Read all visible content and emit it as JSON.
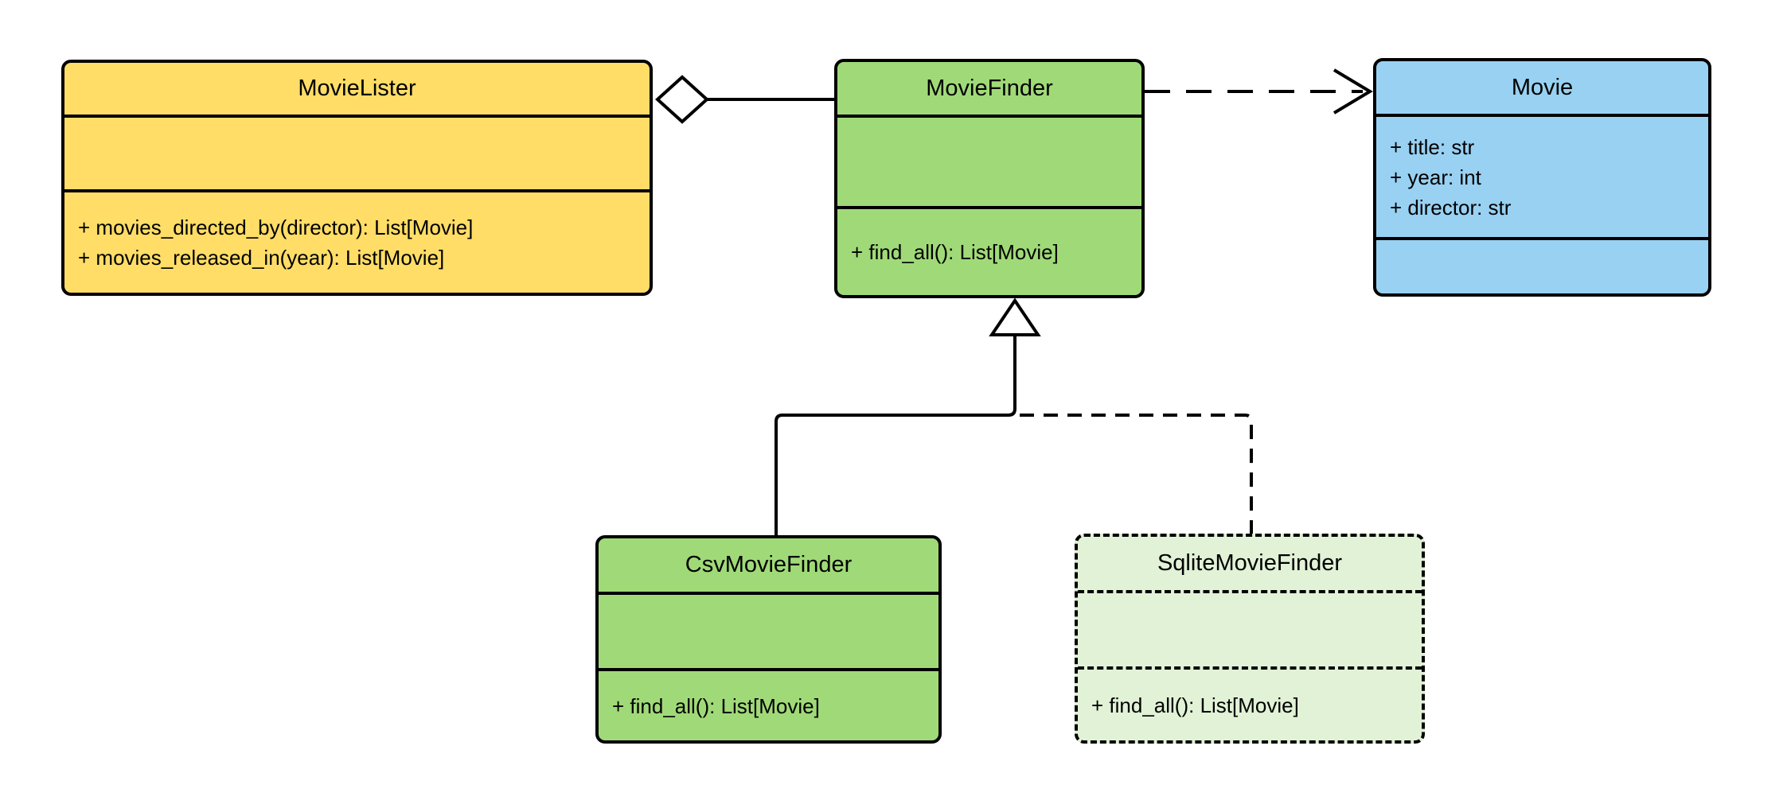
{
  "diagram": {
    "kind": "uml-class-diagram",
    "background": "#ffffff",
    "stroke": "#000000"
  },
  "colors": {
    "movie_lister_fill": "#FFDD66",
    "movie_finder_fill": "#A0DA78",
    "csv_movie_finder_fill": "#A0DA78",
    "sqlite_movie_finder_fill": "#E1F2D6",
    "movie_fill": "#99D1F2",
    "connector_stroke": "#000000",
    "arrowhead_fill": "#ffffff"
  },
  "classes": {
    "movie_lister": {
      "name": "MovieLister",
      "attributes": [],
      "methods": [
        "+ movies_directed_by(director): List[Movie]",
        "+ movies_released_in(year): List[Movie]"
      ]
    },
    "movie_finder": {
      "name": "MovieFinder",
      "attributes": [],
      "methods": [
        "+ find_all(): List[Movie]"
      ]
    },
    "movie": {
      "name": "Movie",
      "attributes": [
        "+ title: str",
        "+ year: int",
        "+ director: str"
      ],
      "methods": []
    },
    "csv_movie_finder": {
      "name": "CsvMovieFinder",
      "attributes": [],
      "methods": [
        "+ find_all(): List[Movie]"
      ]
    },
    "sqlite_movie_finder": {
      "name": "SqliteMovieFinder",
      "attributes": [],
      "methods": [
        "+ find_all(): List[Movie]"
      ]
    }
  },
  "relationships": [
    {
      "type": "aggregation",
      "owner": "MovieLister",
      "part": "MovieFinder",
      "line": "solid",
      "marker": "hollow-diamond"
    },
    {
      "type": "dependency",
      "from": "MovieFinder",
      "to": "Movie",
      "line": "dashed",
      "marker": "open-arrow"
    },
    {
      "type": "generalization",
      "child": "CsvMovieFinder",
      "parent": "MovieFinder",
      "line": "solid",
      "marker": "hollow-triangle"
    },
    {
      "type": "generalization",
      "child": "SqliteMovieFinder",
      "parent": "MovieFinder",
      "line": "dashed",
      "marker": "hollow-triangle"
    }
  ]
}
